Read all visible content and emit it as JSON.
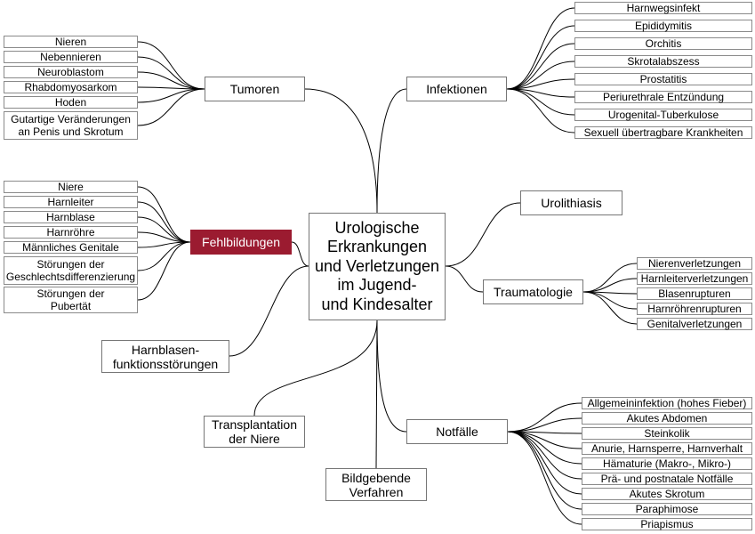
{
  "colors": {
    "highlight_fill": "#9b1b30",
    "highlight_text": "#ffffff"
  },
  "central_topic": {
    "lines": [
      "Urologische",
      "Erkrankungen",
      "und Verletzungen",
      "im Jugend-",
      "und Kindesalter"
    ]
  },
  "branches": {
    "tumoren": {
      "label": "Tumoren",
      "items": [
        "Nieren",
        "Nebennieren",
        "Neuroblastom",
        "Rhabdomyosarkom",
        "Hoden",
        [
          "Gutartige Veränderungen",
          "an Penis und Skrotum"
        ]
      ]
    },
    "fehlbildungen": {
      "label": "Fehlbildungen",
      "items": [
        "Niere",
        "Harnleiter",
        "Harnblase",
        "Harnröhre",
        "Männliches Genitale",
        [
          "Störungen der",
          "Geschlechtsdifferenzierung"
        ],
        [
          "Störungen der",
          "Pubertät"
        ]
      ]
    },
    "harnblasenfunktion": {
      "label": [
        "Harnblasen-",
        "funktionsstörungen"
      ]
    },
    "transplantation": {
      "label": [
        "Transplantation",
        "der Niere"
      ]
    },
    "bildgebung": {
      "label": [
        "Bildgebende",
        "Verfahren"
      ]
    },
    "infektionen": {
      "label": "Infektionen",
      "items": [
        "Harnwegsinfekt",
        "Epididymitis",
        "Orchitis",
        "Skrotalabszess",
        "Prostatitis",
        "Periurethrale Entzündung",
        "Urogenital-Tuberkulose",
        "Sexuell übertragbare Krankheiten"
      ]
    },
    "urolithiasis": {
      "label": "Urolithiasis"
    },
    "traumatologie": {
      "label": "Traumatologie",
      "items": [
        "Nierenverletzungen",
        "Harnleiterverletzungen",
        "Blasenrupturen",
        "Harnröhrenrupturen",
        "Genitalverletzungen"
      ]
    },
    "notfaelle": {
      "label": "Notfälle",
      "items": [
        "Allgemeininfektion (hohes Fieber)",
        "Akutes Abdomen",
        "Steinkolik",
        "Anurie, Harnsperre, Harnverhalt",
        "Hämaturie (Makro-, Mikro-)",
        "Prä- und postnatale Notfälle",
        "Akutes Skrotum",
        "Paraphimose",
        "Priapismus"
      ]
    }
  }
}
